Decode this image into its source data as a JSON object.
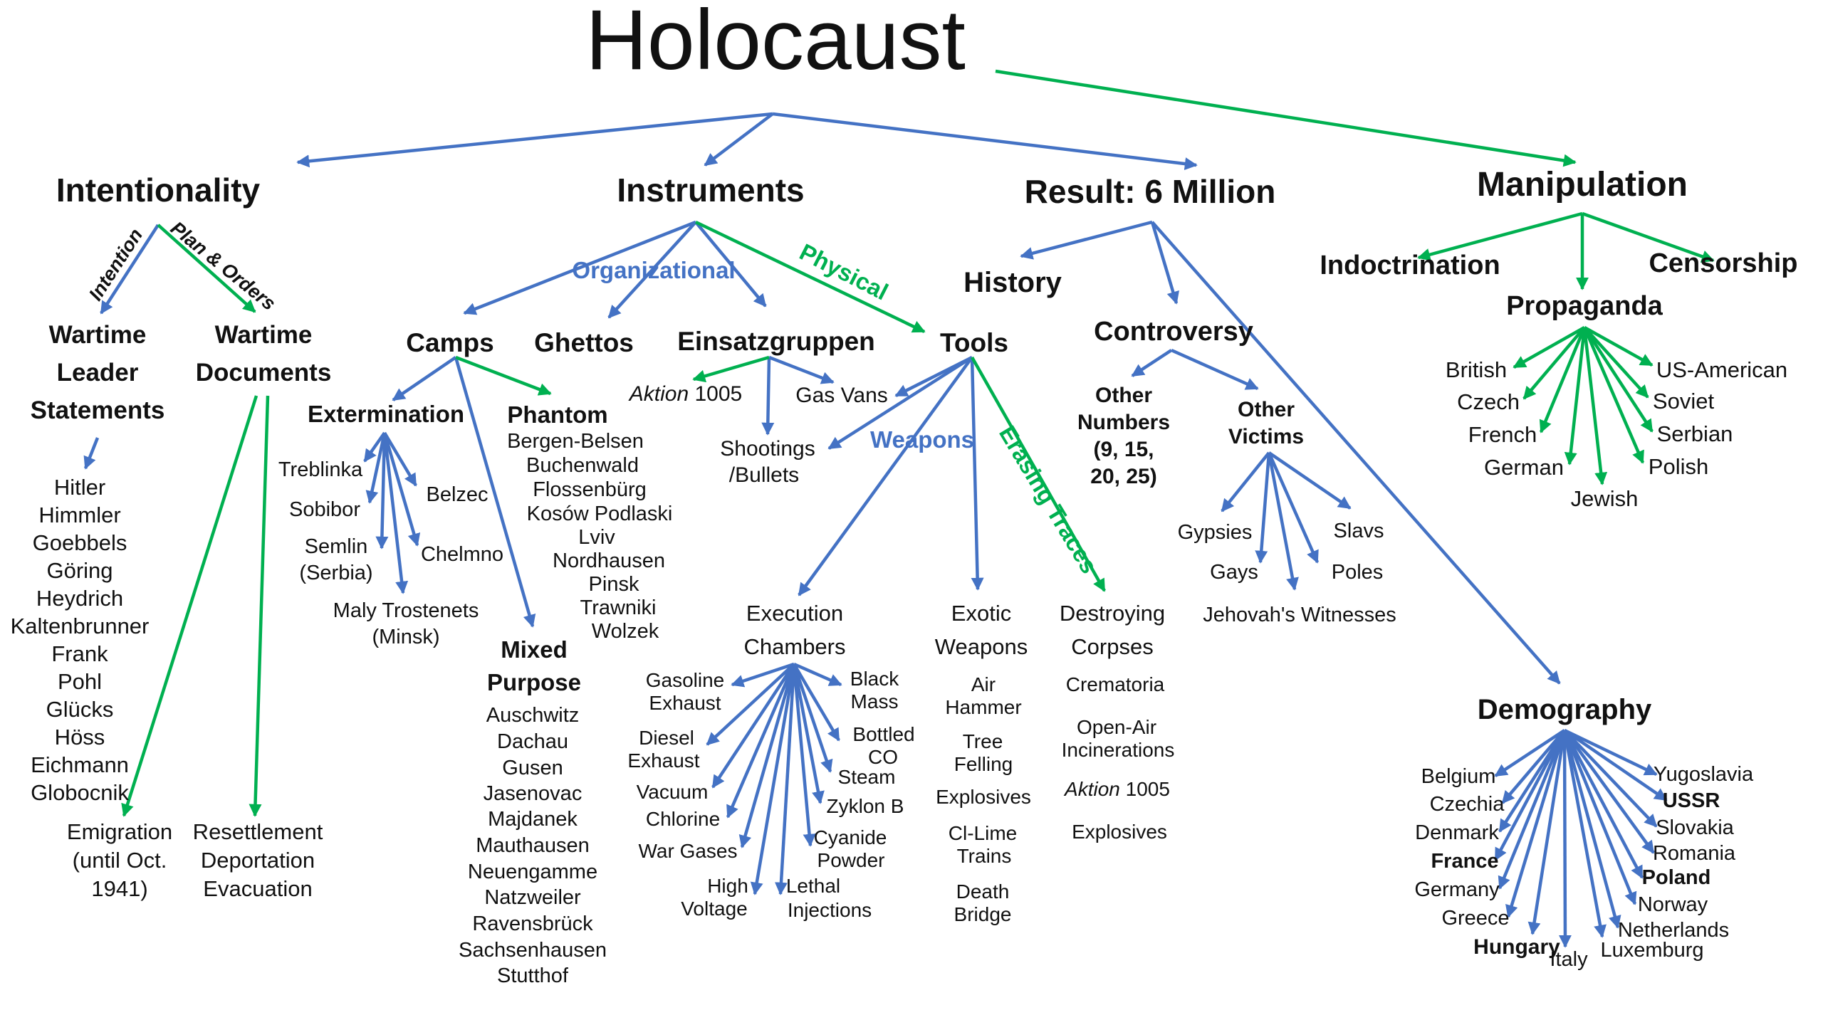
{
  "title": "Holocaust",
  "colors": {
    "blue": "#4472C4",
    "green": "#00B050",
    "text": "#111111"
  },
  "intentionality": {
    "label": "Intentionality",
    "edge_intention": "Intention",
    "edge_plan_orders": "Plan & Orders",
    "wartime_leader_statements": [
      "Wartime",
      "Leader",
      "Statements"
    ],
    "wartime_documents": [
      "Wartime",
      "Documents"
    ],
    "leaders": [
      "Hitler",
      "Himmler",
      "Goebbels",
      "Göring",
      "Heydrich",
      "Kaltenbrunner",
      "Frank",
      "Pohl",
      "Glücks",
      "Höss",
      "Eichmann",
      "Globocnik"
    ],
    "emigration": [
      "Emigration",
      "(until Oct.",
      "1941)"
    ],
    "resettlement": [
      "Resettlement",
      "Deportation",
      "Evacuation"
    ]
  },
  "instruments": {
    "label": "Instruments",
    "edge_organizational": "Organizational",
    "edge_physical": "Physical",
    "camps": {
      "label": "Camps"
    },
    "ghettos": {
      "label": "Ghettos"
    },
    "einsatzgruppen": {
      "label": "Einsatzgruppen",
      "aktion_italic": "Aktion",
      "aktion_number": "1005",
      "gas_vans": "Gas Vans",
      "shootings": [
        "Shootings",
        "/Bullets"
      ]
    },
    "tools": {
      "label": "Tools",
      "edge_weapons": "Weapons",
      "edge_erasing_traces": "Erasing Traces"
    },
    "extermination": {
      "label": "Extermination",
      "treblinka": "Treblinka",
      "belzec": "Belzec",
      "sobibor": "Sobibor",
      "semlin": [
        "Semlin",
        "(Serbia)"
      ],
      "chelmno": "Chelmno",
      "maly_trostenets": [
        "Maly Trostenets",
        "(Minsk)"
      ]
    },
    "phantom": {
      "label": "Phantom",
      "items": [
        "Bergen-Belsen",
        "Buchenwald",
        "Flossenbürg",
        "Kosów Podlaski",
        "Lviv",
        "Nordhausen",
        "Pinsk",
        "Trawniki",
        "Wolzek"
      ]
    },
    "mixed_purpose": {
      "label": [
        "Mixed",
        "Purpose"
      ],
      "items": [
        "Auschwitz",
        "Dachau",
        "Gusen",
        "Jasenovac",
        "Majdanek",
        "Mauthausen",
        "Neuengamme",
        "Natzweiler",
        "Ravensbrück",
        "Sachsenhausen",
        "Stutthof"
      ]
    },
    "execution_chambers": {
      "label": [
        "Execution",
        "Chambers"
      ],
      "gasoline": [
        "Gasoline",
        "Exhaust"
      ],
      "black_mass": [
        "Black",
        "Mass"
      ],
      "diesel": [
        "Diesel",
        "Exhaust"
      ],
      "bottled_co": [
        "Bottled",
        "CO"
      ],
      "vacuum": "Vacuum",
      "steam": "Steam",
      "chlorine": "Chlorine",
      "zyklon_b": "Zyklon B",
      "war_gases": "War Gases",
      "cyanide": [
        "Cyanide",
        "Powder"
      ],
      "high_voltage": [
        "High",
        "Voltage"
      ],
      "lethal_injections": [
        "Lethal",
        "Injections"
      ]
    },
    "exotic_weapons": {
      "label": [
        "Exotic",
        "Weapons"
      ],
      "air_hammer": [
        "Air",
        "Hammer"
      ],
      "tree_felling": [
        "Tree",
        "Felling"
      ],
      "explosives": "Explosives",
      "cl_lime_trains": [
        "Cl-Lime",
        "Trains"
      ],
      "death_bridge": [
        "Death",
        "Bridge"
      ]
    },
    "destroying_corpses": {
      "label": [
        "Destroying",
        "Corpses"
      ],
      "crematoria": "Crematoria",
      "open_air": [
        "Open-Air",
        "Incinerations"
      ],
      "aktion_italic": "Aktion",
      "aktion_number": "1005",
      "explosives": "Explosives"
    }
  },
  "result": {
    "label": "Result: 6 Million",
    "history": "History",
    "controversy": "Controversy",
    "other_numbers": [
      "Other",
      "Numbers",
      "(9, 15,",
      "20, 25)"
    ],
    "other_victims": [
      "Other",
      "Victims"
    ],
    "gypsies": "Gypsies",
    "gays": "Gays",
    "slavs": "Slavs",
    "poles": "Poles",
    "jehovahs_witnesses": "Jehovah's Witnesses"
  },
  "manipulation": {
    "label": "Manipulation",
    "indoctrination": "Indoctrination",
    "censorship": "Censorship",
    "propaganda": {
      "label": "Propaganda",
      "british": "British",
      "us_american": "US-American",
      "czech": "Czech",
      "soviet": "Soviet",
      "french": "French",
      "serbian": "Serbian",
      "german": "German",
      "polish": "Polish",
      "jewish": "Jewish"
    },
    "demography": {
      "label": "Demography",
      "left": [
        "Belgium",
        "Czechia",
        "Denmark",
        "France",
        "Germany",
        "Greece",
        "Hungary",
        "Italy"
      ],
      "right": [
        "Yugoslavia",
        "USSR",
        "Slovakia",
        "Romania",
        "Poland",
        "Norway",
        "Netherlands",
        "Luxemburg"
      ]
    }
  }
}
